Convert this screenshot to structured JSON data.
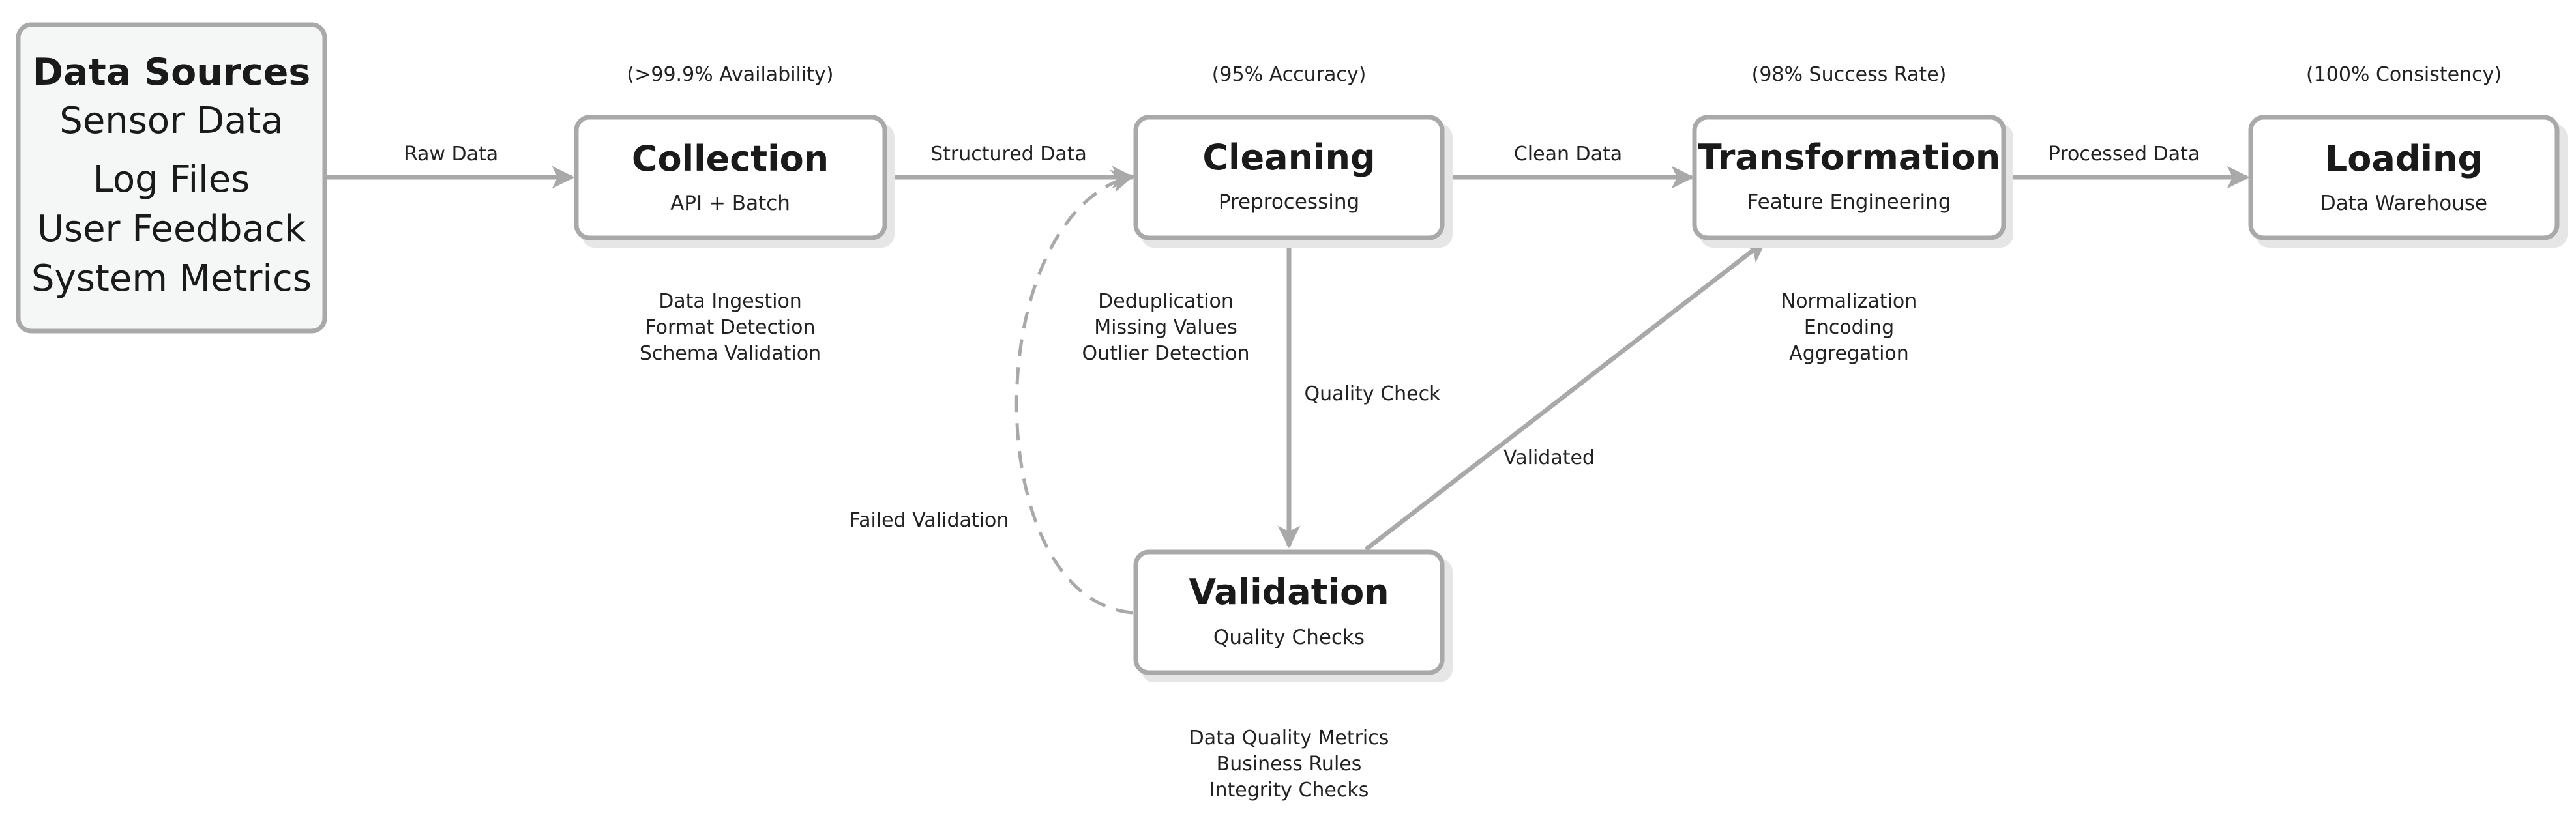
{
  "source": {
    "title": "Data Sources",
    "items": [
      "Sensor Data",
      "Log Files",
      "User Feedback",
      "System Metrics"
    ]
  },
  "stages": {
    "collection": {
      "title": "Collection",
      "subtitle": "API + Batch",
      "metric": "(>99.9% Availability)",
      "details": [
        "Data Ingestion",
        "Format Detection",
        "Schema Validation"
      ]
    },
    "cleaning": {
      "title": "Cleaning",
      "subtitle": "Preprocessing",
      "metric": "(95% Accuracy)",
      "details": [
        "Deduplication",
        "Missing Values",
        "Outlier Detection"
      ]
    },
    "transformation": {
      "title": "Transformation",
      "subtitle": "Feature Engineering",
      "metric": "(98% Success Rate)",
      "details": [
        "Normalization",
        "Encoding",
        "Aggregation"
      ]
    },
    "loading": {
      "title": "Loading",
      "subtitle": "Data Warehouse",
      "metric": "(100% Consistency)"
    },
    "validation": {
      "title": "Validation",
      "subtitle": "Quality Checks",
      "details": [
        "Data Quality Metrics",
        "Business Rules",
        "Integrity Checks"
      ]
    }
  },
  "edges": {
    "raw_data": "Raw Data",
    "structured_data": "Structured Data",
    "clean_data": "Clean Data",
    "processed_data": "Processed Data",
    "quality_check": "Quality Check",
    "validated": "Validated",
    "failed_validation": "Failed Validation"
  },
  "colors": {
    "edge": "#a9a9a9",
    "box_border": "#a9a9a9",
    "source_fill": "#f5f7f6",
    "text": "#1a1a1a"
  }
}
